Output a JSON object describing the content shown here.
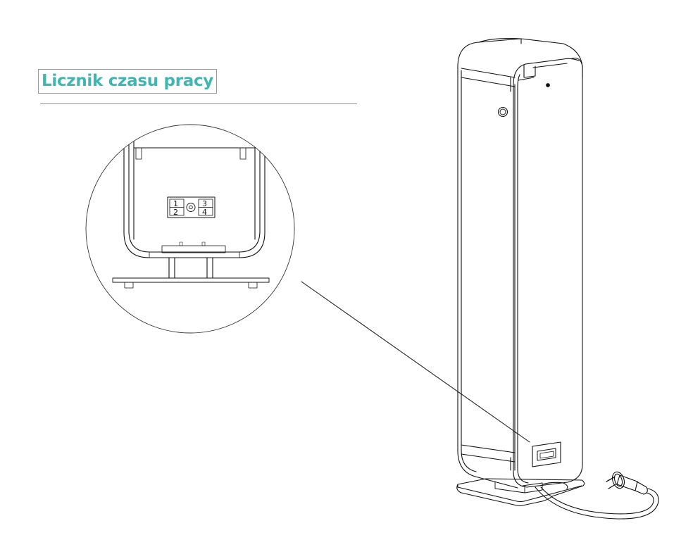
{
  "heading": {
    "text": "Licznik czasu pracy"
  },
  "counter_labels": [
    "1",
    "2",
    "3",
    "4"
  ],
  "colors": {
    "accent": "#3fb6b2",
    "line": "#111111"
  }
}
